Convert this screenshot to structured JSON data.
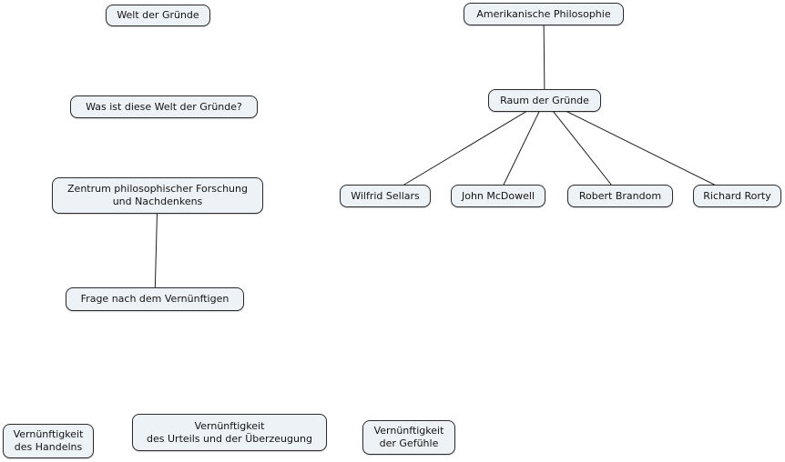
{
  "nodes": {
    "welt_der_gruende": {
      "label": "Welt der Gründe"
    },
    "amerikanische_philosophie": {
      "label": "Amerikanische Philosophie"
    },
    "was_ist_diese_welt": {
      "label": "Was ist diese Welt der Gründe?"
    },
    "raum_der_gruende": {
      "label": "Raum der Gründe"
    },
    "zentrum_philosophischer_forschung": {
      "label": "Zentrum philosophischer Forschung\nund Nachdenkens"
    },
    "wilfrid_sellars": {
      "label": "Wilfrid Sellars"
    },
    "john_mcdowell": {
      "label": "John McDowell"
    },
    "robert_brandom": {
      "label": "Robert Brandom"
    },
    "richard_rorty": {
      "label": "Richard Rorty"
    },
    "frage_nach_dem_vernuenftigen": {
      "label": "Frage nach dem Vernünftigen"
    },
    "vernuenftigkeit_des_handelns": {
      "label": "Vernünftigkeit\ndes Handelns"
    },
    "vernuenftigkeit_des_urteils": {
      "label": "Vernünftigkeit\ndes Urteils und der Überzeugung"
    },
    "vernuenftigkeit_der_gefuehle": {
      "label": "Vernünftigkeit\nder Gefühle"
    }
  },
  "edges": [
    {
      "from": "amerikanische_philosophie",
      "to": "raum_der_gruende"
    },
    {
      "from": "raum_der_gruende",
      "to": "wilfrid_sellars"
    },
    {
      "from": "raum_der_gruende",
      "to": "john_mcdowell"
    },
    {
      "from": "raum_der_gruende",
      "to": "robert_brandom"
    },
    {
      "from": "raum_der_gruende",
      "to": "richard_rorty"
    },
    {
      "from": "zentrum_philosophischer_forschung",
      "to": "frage_nach_dem_vernuenftigen"
    }
  ],
  "colors": {
    "background": "#ffffff",
    "node_fill": "#edf2f6",
    "node_border": "#2b2b2b",
    "edge": "#1f1f1f",
    "text": "#141414"
  }
}
